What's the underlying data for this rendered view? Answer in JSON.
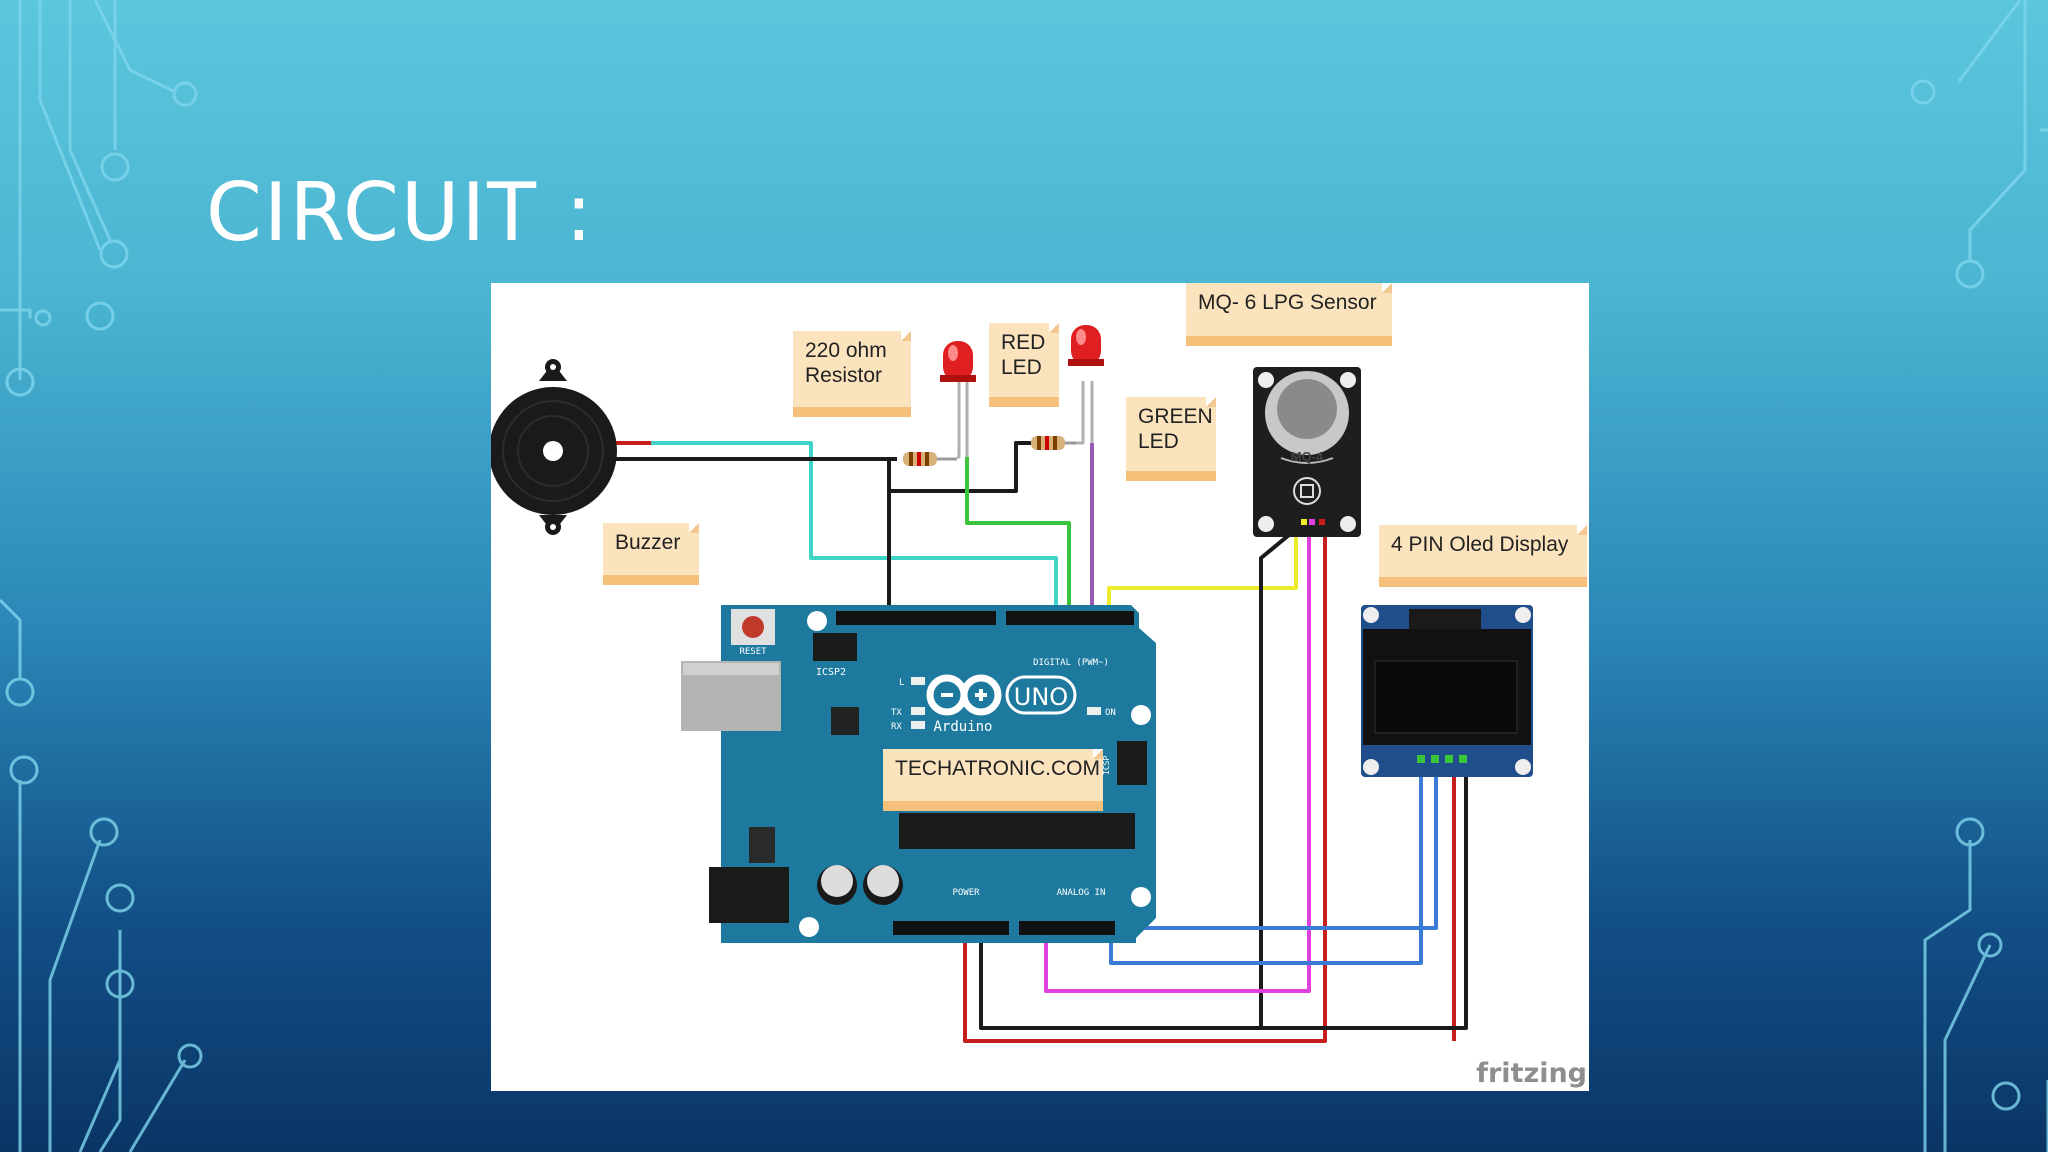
{
  "slide": {
    "title": "CIRCUIT :"
  },
  "diagram": {
    "labels": {
      "resistor": [
        "220 ohm",
        "Resistor"
      ],
      "red_led": [
        "RED",
        "LED"
      ],
      "sensor": "MQ- 6 LPG Sensor",
      "green_led": [
        "GREEN",
        "LED"
      ],
      "buzzer": "Buzzer",
      "oled": "4 PIN Oled Display",
      "website": "TECHATRONIC.COM",
      "watermark": "fritzing"
    },
    "board": {
      "logo_text": "UNO",
      "brand": "Arduino",
      "reset": "RESET",
      "icsp2": "ICSP2",
      "digital": "DIGITAL (PWM~)",
      "analog": "ANALOG IN",
      "power": "POWER",
      "on": "ON",
      "tx": "TX",
      "rx": "RX",
      "l": "L",
      "icsp": "ICSP"
    },
    "sensor_chip": "MQ-4",
    "colors": {
      "board": "#1d7a9e",
      "wire_cyan": "#3ed4c8",
      "wire_green": "#3cc43c",
      "wire_purple": "#9b59b6",
      "wire_yellow": "#ecec2a",
      "wire_magenta": "#e040e0",
      "wire_red": "#c41e1e",
      "wire_blue": "#3a7bd5",
      "wire_black": "#1a1a1a"
    }
  }
}
